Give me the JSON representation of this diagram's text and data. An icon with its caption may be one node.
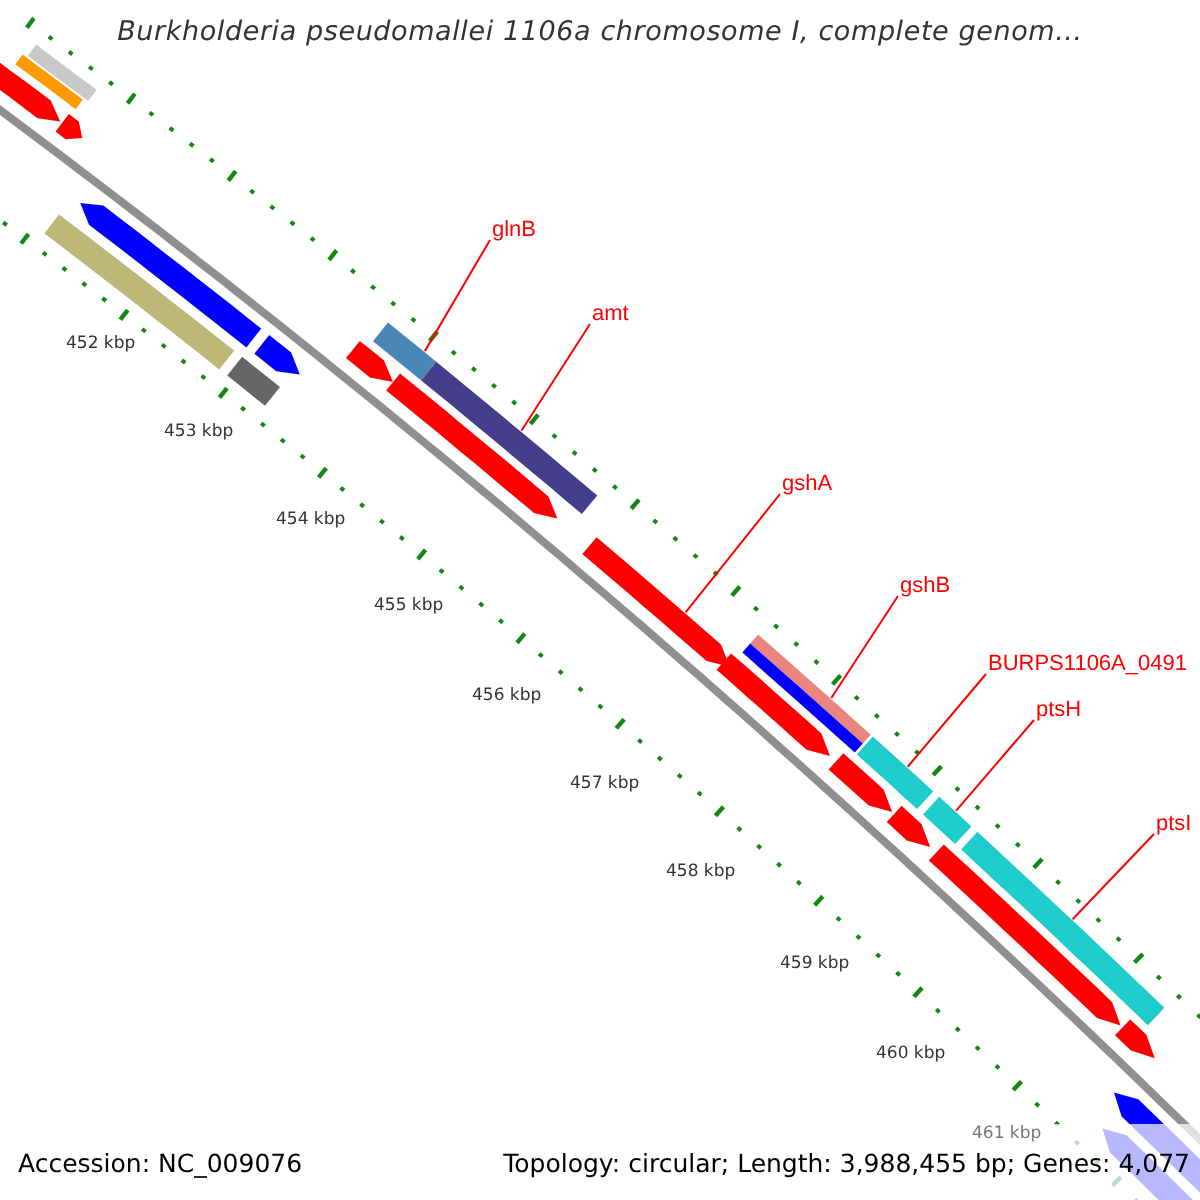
{
  "diagram": {
    "title": "Burkholderia pseudomallei 1106a chromosome I, complete genom...",
    "nodes": [
      {
        "text": [
          "glnB"
        ]
      },
      {
        "text": [
          "amt"
        ]
      },
      {
        "text": [
          "gshA"
        ]
      },
      {
        "text": [
          "gshB"
        ]
      },
      {
        "text": [
          "BURPS1106A_0491"
        ]
      },
      {
        "text": [
          "ptsH"
        ]
      },
      {
        "text": [
          "ptsI"
        ]
      },
      {
        "text": [],
        "shape": "bar"
      },
      {
        "text": [],
        "shape": "bar"
      },
      {
        "text": [],
        "shape": "bar"
      },
      {
        "text": [],
        "shape": "bar"
      },
      {
        "text": [],
        "shape": "bar"
      },
      {
        "text": [],
        "shape": "bar"
      },
      {
        "text": [],
        "shape": "bar"
      },
      {
        "text": [],
        "shape": "bar"
      },
      {
        "text": [],
        "shape": "bar"
      },
      {
        "text": [],
        "shape": "bar"
      },
      {
        "text": [],
        "shape": "bar"
      },
      {
        "text": [],
        "shape": "bar"
      },
      {
        "text": [],
        "shape": "bar"
      },
      {
        "text": [],
        "shape": "bar"
      },
      {
        "text": [],
        "shape": "bar"
      },
      {
        "text": [],
        "shape": "bar"
      },
      {
        "text": [],
        "shape": "bar"
      },
      {
        "text": [],
        "shape": "bar"
      },
      {
        "text": [],
        "shape": "bar"
      },
      {
        "text": [],
        "shape": "bar"
      },
      {
        "text": [],
        "shape": "bar"
      },
      {
        "text": [],
        "shape": "bar"
      },
      {
        "text": [],
        "shape": "bar"
      },
      {
        "text": [],
        "shape": "bar"
      },
      {
        "text": [],
        "shape": "bar"
      }
    ],
    "edges": [
      {
        "from": 0,
        "to": 16,
        "arrow": "none"
      },
      {
        "from": 1,
        "to": 18,
        "arrow": "none"
      },
      {
        "from": 2,
        "to": 19,
        "arrow": "none"
      },
      {
        "from": 3,
        "to": 21,
        "arrow": "none"
      },
      {
        "from": 4,
        "to": 24,
        "arrow": "none"
      },
      {
        "from": 5,
        "to": 26,
        "arrow": "none"
      },
      {
        "from": 6,
        "to": 28,
        "arrow": "none"
      }
    ],
    "labels": [
      "452 kbp",
      "453 kbp",
      "454 kbp",
      "455 kbp",
      "456 kbp",
      "457 kbp",
      "458 kbp",
      "459 kbp",
      "460 kbp",
      "461 kbp",
      "Accession: NC_009076",
      "Topology: circular; Length: 3,988,455 bp; Genes: 4,077"
    ]
  }
}
